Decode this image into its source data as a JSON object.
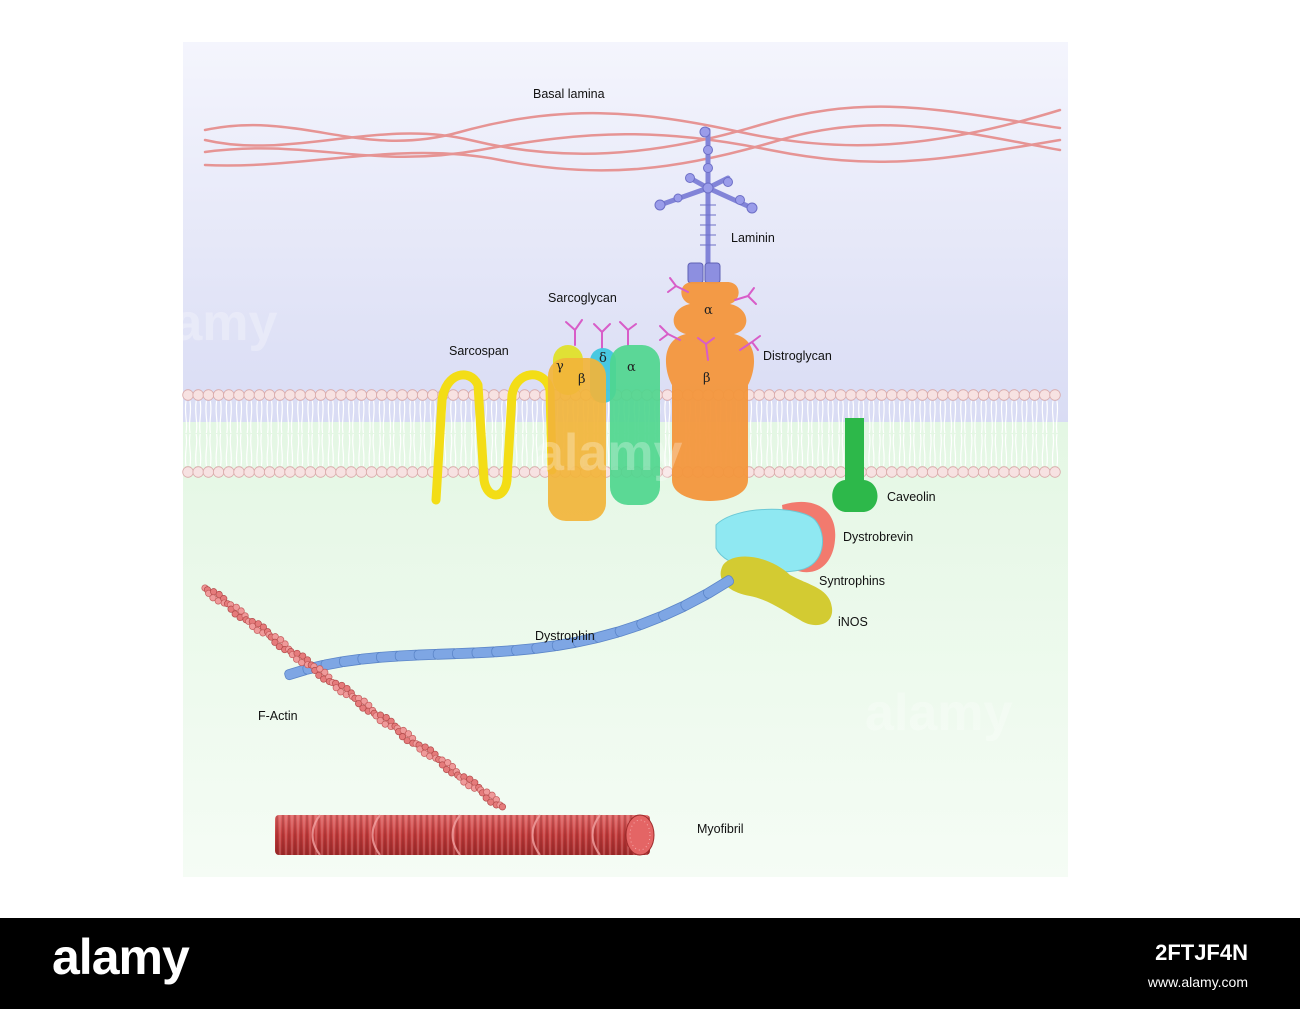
{
  "labels": {
    "basal_lamina": "Basal lamina",
    "laminin": "Laminin",
    "sarcoglycan": "Sarcoglycan",
    "sarcospan": "Sarcospan",
    "distroglycan": "Distroglycan",
    "caveolin": "Caveolin",
    "dystrobrevin": "Dystrobrevin",
    "syntrophins": "Syntrophins",
    "inos": "iNOS",
    "dystrophin": "Dystrophin",
    "f_actin": "F-Actin",
    "myofibril": "Myofibril"
  },
  "subunits": {
    "sg_gamma": "γ",
    "sg_delta": "δ",
    "sg_beta": "β",
    "sg_alpha": "α",
    "dg_alpha": "α",
    "dg_beta": "β"
  },
  "watermark": {
    "brand": "alamy",
    "image_id": "2FTJF4N",
    "url": "www.alamy.com"
  },
  "colors": {
    "extracellular_bg": "#dde2f6",
    "intracellular_bg": "#e6f9e6",
    "collagen": "#e38c8c",
    "laminin": "#8d8fe0",
    "membrane_head": "#f7e2e2",
    "sarcospan": "#f5e21a",
    "sarcoglycan_gamma": "#dfe02a",
    "sarcoglycan_delta": "#3fc6df",
    "sarcoglycan_beta": "#f2b43a",
    "sarcoglycan_alpha": "#4fd68e",
    "distroglycan": "#f3963c",
    "glycan": "#e06ad0",
    "caveolin": "#2db84a",
    "dystrobrevin": "#f27a6e",
    "syntrophin": "#8fe8f2",
    "inos": "#d3cb32",
    "dystrophin": "#7ea6e4",
    "actin": "#e57b7b",
    "myofibril": "#cf4a4a"
  }
}
